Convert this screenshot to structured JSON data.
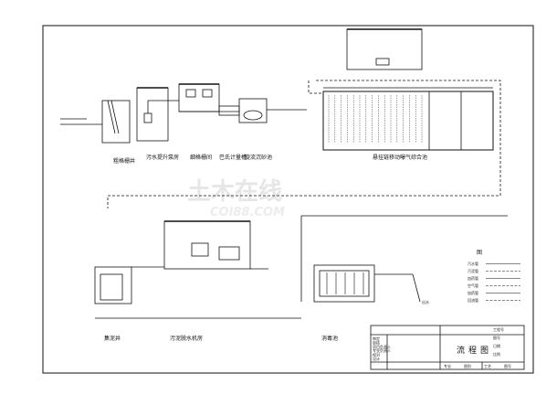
{
  "labels": {
    "coarse_screen": "粗格栅井",
    "lift_pump": "污水提升泵房",
    "fine_screen": "细格栅间",
    "flume": "巴氏计量槽",
    "grit": "旋流沉砂池",
    "bio_tank": "悬挂链移动曝气综合池",
    "sludge_well": "集泥井",
    "dewater_room": "污泥脱水机房",
    "disinfect_tank": "消毒池",
    "outfall": "出水"
  },
  "legend": {
    "title": "图",
    "items": [
      "污水管",
      "污泥管",
      "加药管",
      "空气管",
      "加药管",
      "回流管"
    ]
  },
  "title_block": {
    "drawing_title": "流程图",
    "rows_left": [
      "审定",
      "审核",
      "项目负责人",
      "专业负责人",
      "校对",
      "设计"
    ],
    "rows_right": [
      "工程号",
      "图号",
      "日期",
      "比例"
    ],
    "footer": [
      "专业",
      "图别",
      "工艺",
      "图号"
    ]
  },
  "watermark": {
    "main": "土木在线",
    "sub": "COI88.COM"
  }
}
